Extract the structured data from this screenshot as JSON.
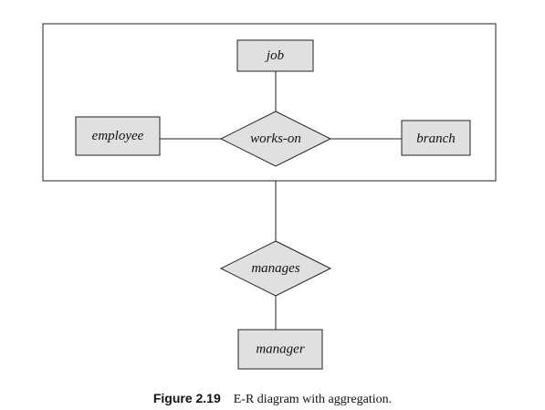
{
  "diagram": {
    "entities": {
      "job": "job",
      "employee": "employee",
      "branch": "branch",
      "manager": "manager"
    },
    "relationships": {
      "works_on": "works-on",
      "manages": "manages"
    }
  },
  "caption": {
    "label": "Figure 2.19",
    "text": "E-R diagram with aggregation."
  }
}
